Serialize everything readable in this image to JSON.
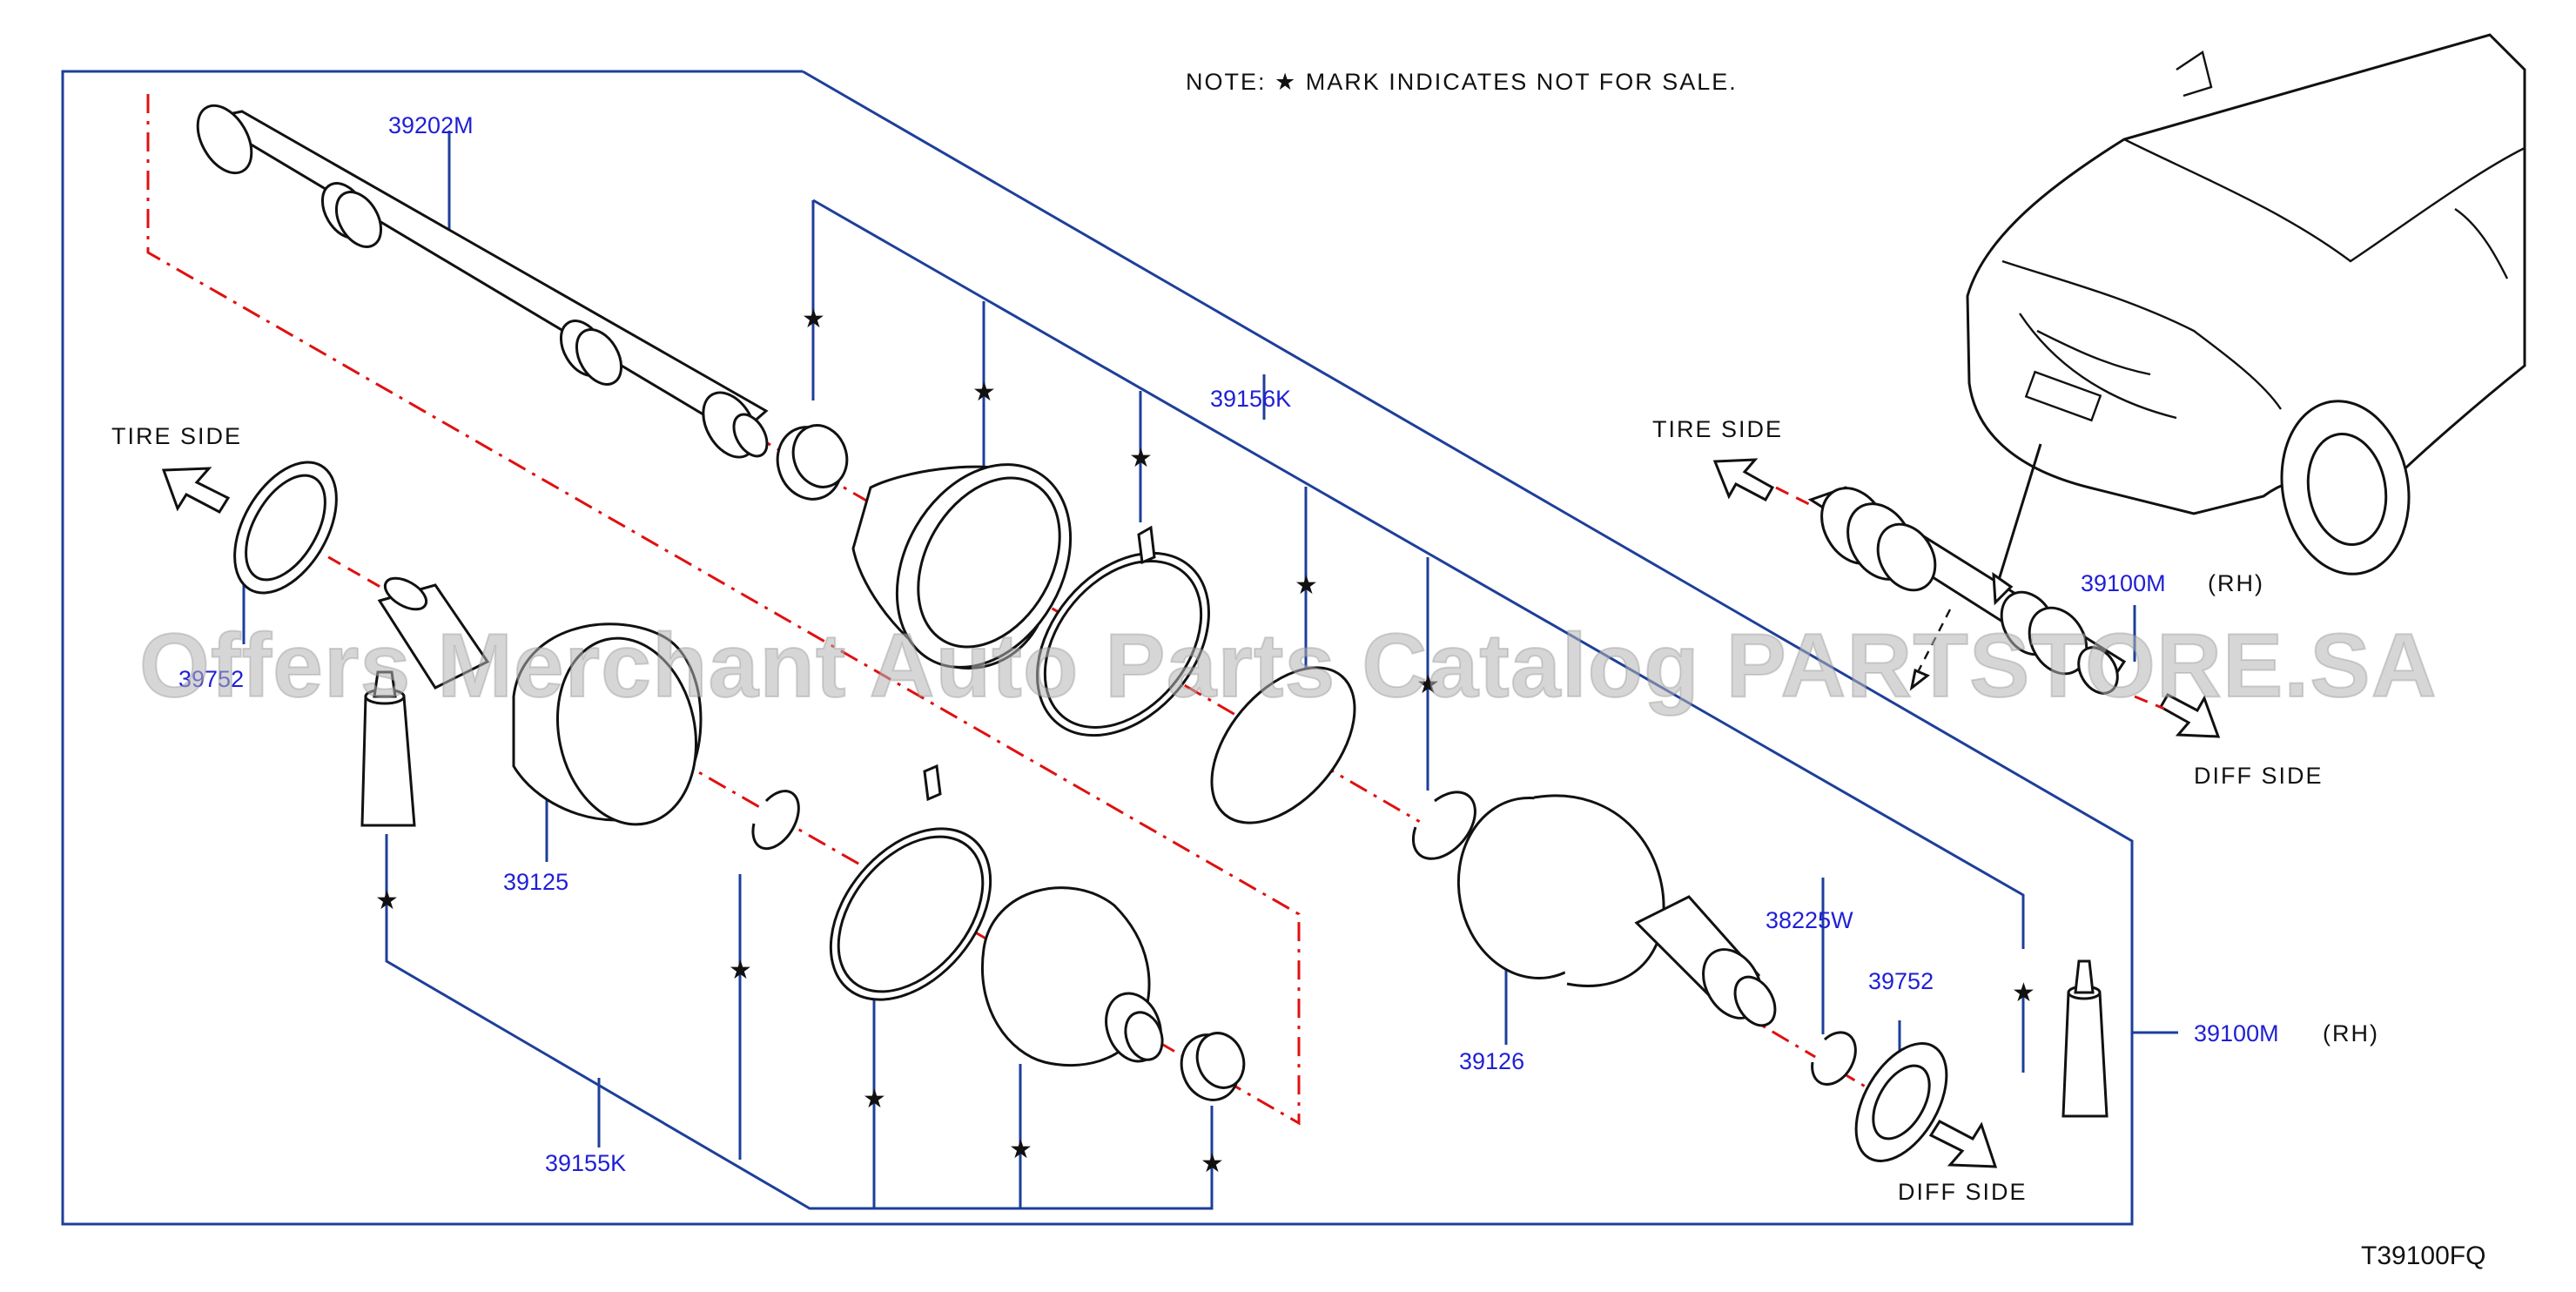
{
  "note": "NOTE:   ★ MARK   INDICATES   NOT   FOR   SALE.",
  "diagram_code": "T39100FQ",
  "watermark": "Offers Merchant Auto Parts Catalog PARTSTORE.SA",
  "directions": {
    "tire_side_left": "TIRE   SIDE",
    "tire_side_right": "TIRE   SIDE",
    "diff_side_lower": "DIFF   SIDE",
    "diff_side_right": "DIFF   SIDE"
  },
  "parts": {
    "shaft": "39202M",
    "boot_kit_outer": "39156K",
    "boot_kit_inner": "39155K",
    "outer_joint": "39125",
    "inner_joint": "39126",
    "snap_ring": "38225W",
    "seal": "39752",
    "dust_cover_partial": "39752",
    "assembly": "39100M",
    "assembly_side": "(RH)",
    "assembly_car": "39100M",
    "assembly_car_side": "(RH)"
  },
  "star": "★"
}
